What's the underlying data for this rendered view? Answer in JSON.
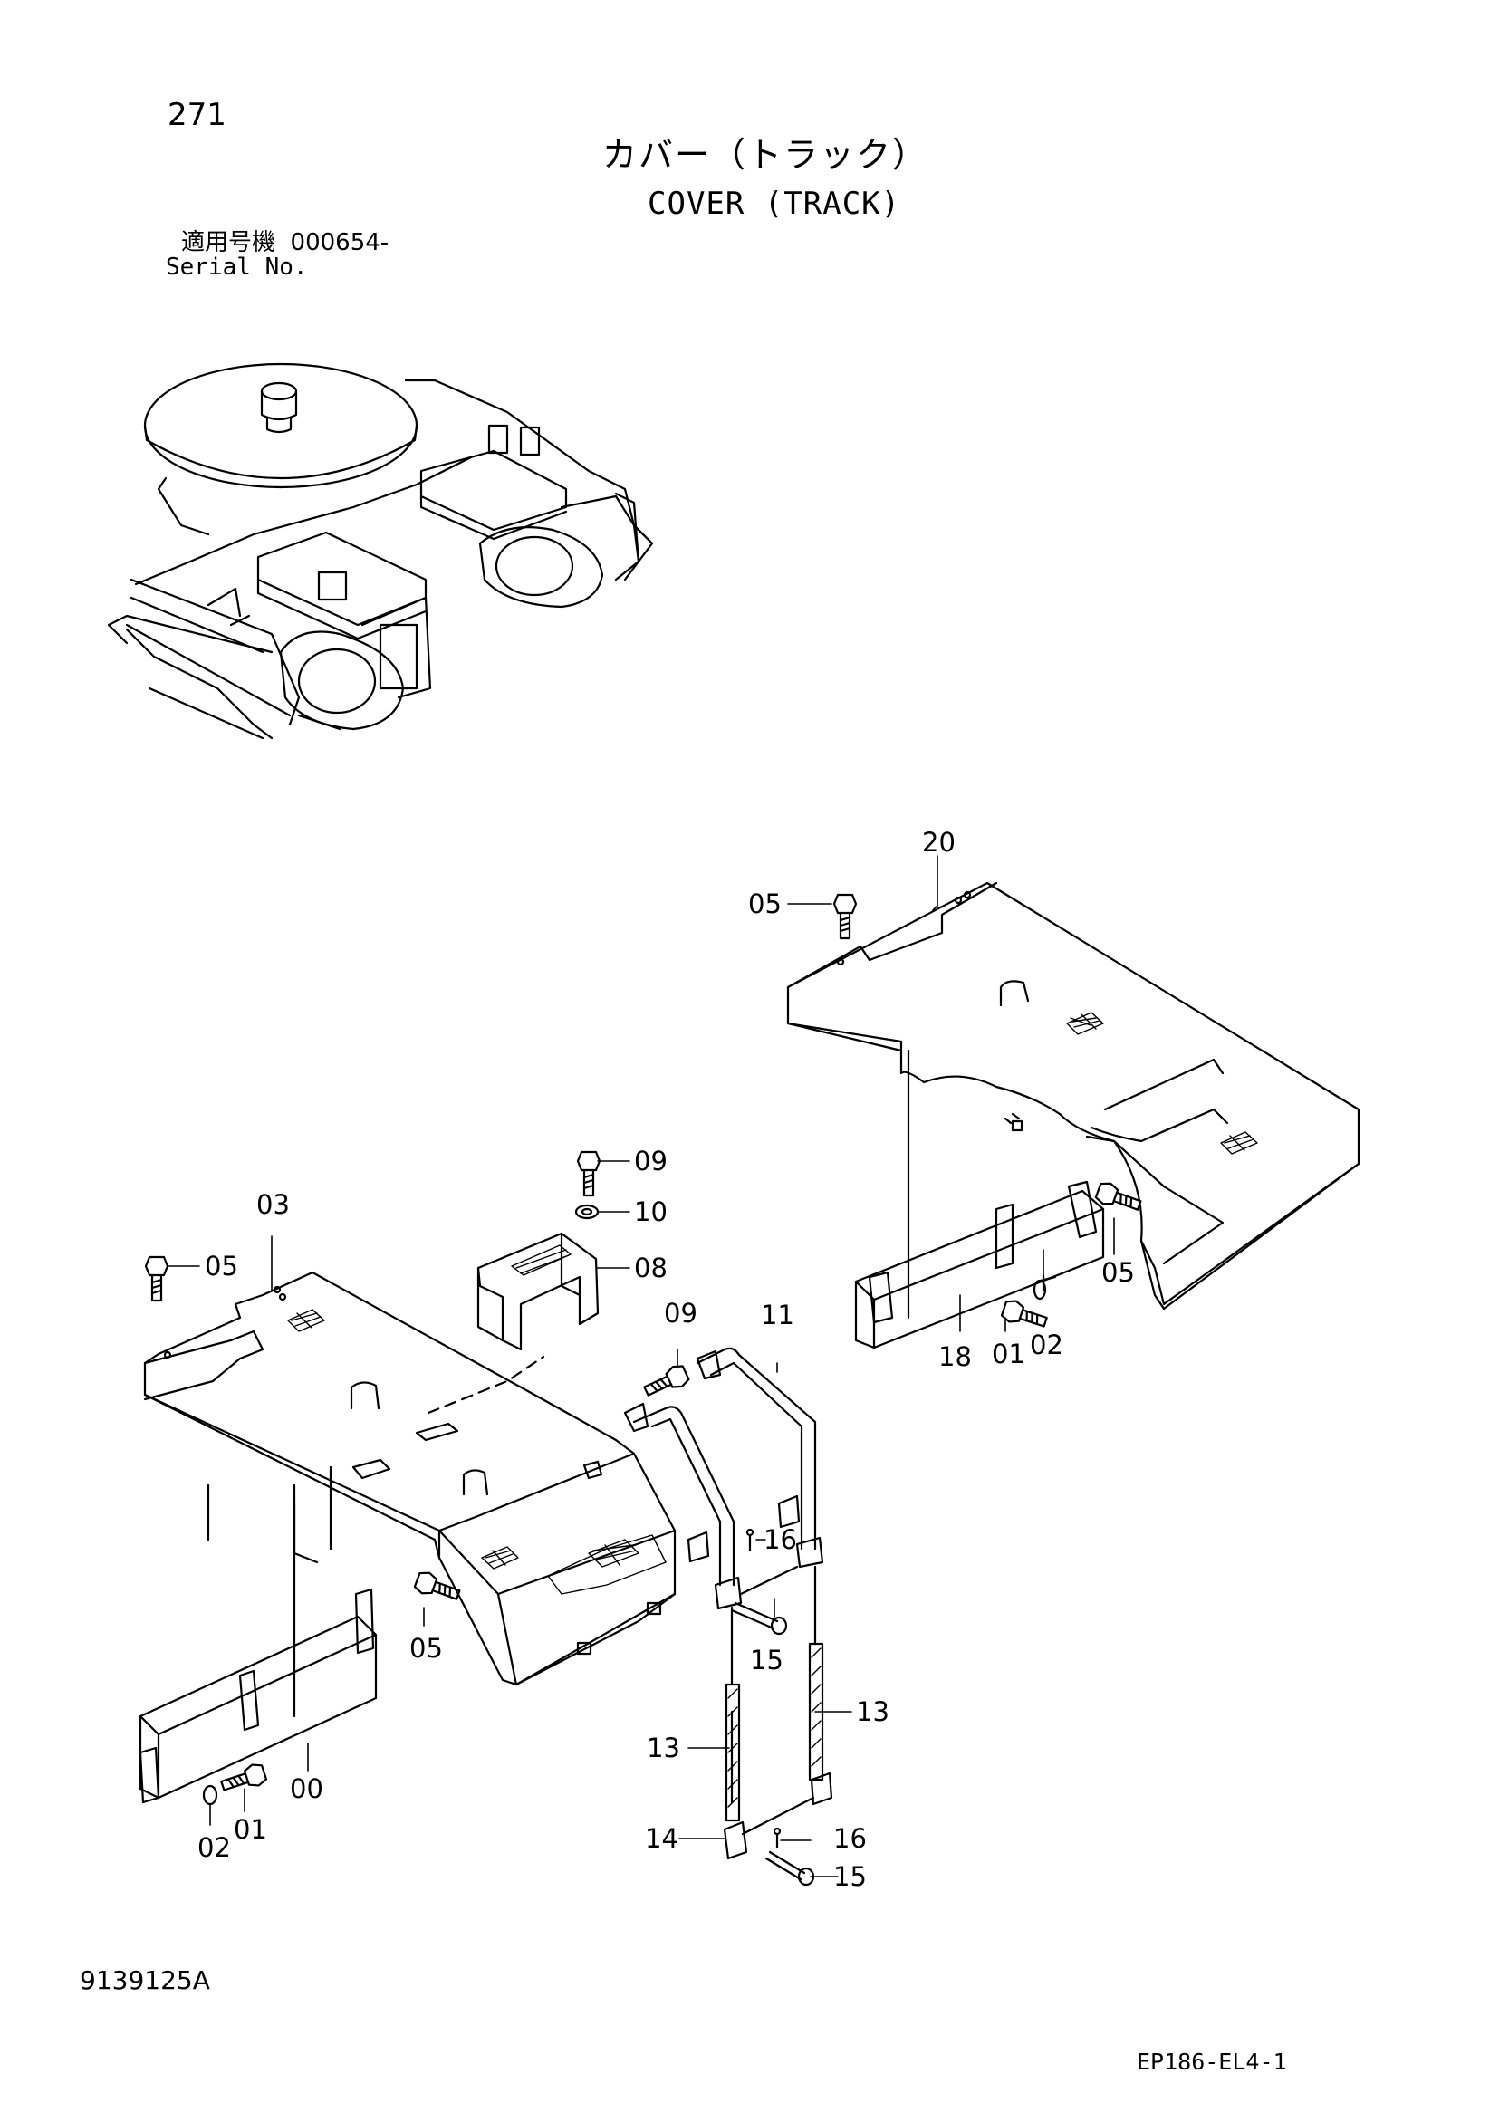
{
  "page_number": "271",
  "title_jp": "カバー（トラック）",
  "title_en": "COVER (TRACK)",
  "serial_label_jp": "適用号機",
  "serial_number": "000654-",
  "serial_label_en": "Serial No.",
  "document_id": "9139125A",
  "reference_id": "EP186-EL4-1",
  "callouts": {
    "c20": "20",
    "c05a": "05",
    "c05b": "05",
    "c01a": "01",
    "c02a": "02",
    "c18": "18",
    "c09a": "09",
    "c10": "10",
    "c08": "08",
    "c03": "03",
    "c05c": "05",
    "c09b": "09",
    "c11": "11",
    "c16a": "16",
    "c15a": "15",
    "c05d": "05",
    "c13a": "13",
    "c13b": "13",
    "c00": "00",
    "c01b": "01",
    "c02b": "02",
    "c14": "14",
    "c16b": "16",
    "c15b": "15"
  }
}
